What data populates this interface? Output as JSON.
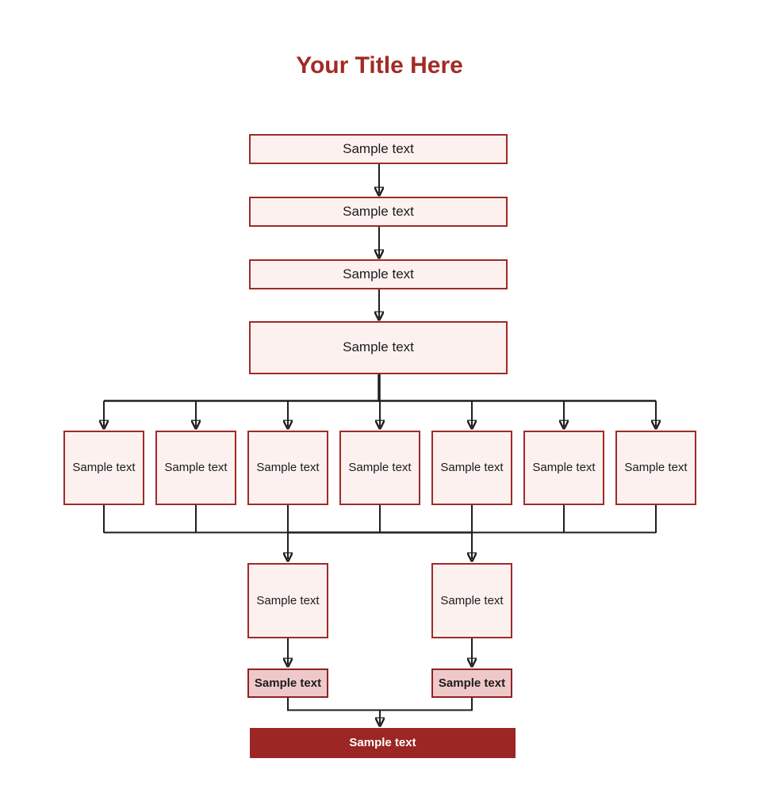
{
  "title": "Your Title Here",
  "colors": {
    "accent": "#A22B25",
    "box_border": "#9E2B28",
    "box_fill": "#FDF1F0",
    "highlight_border": "#8E2423",
    "highlight_fill": "#EFC9C9",
    "final_fill": "#9B2623",
    "line": "#1E1E1E",
    "text": "#1C1C1C"
  },
  "nodes": {
    "top": [
      {
        "label": "Sample text"
      },
      {
        "label": "Sample text"
      },
      {
        "label": "Sample text"
      },
      {
        "label": "Sample text"
      }
    ],
    "branch": [
      {
        "label": "Sample text"
      },
      {
        "label": "Sample text"
      },
      {
        "label": "Sample text"
      },
      {
        "label": "Sample text"
      },
      {
        "label": "Sample text"
      },
      {
        "label": "Sample text"
      },
      {
        "label": "Sample text"
      }
    ],
    "mid": [
      {
        "label": "Sample text"
      },
      {
        "label": "Sample text"
      }
    ],
    "highlight": [
      {
        "label": "Sample text"
      },
      {
        "label": "Sample text"
      }
    ],
    "final": {
      "label": "Sample text"
    }
  }
}
